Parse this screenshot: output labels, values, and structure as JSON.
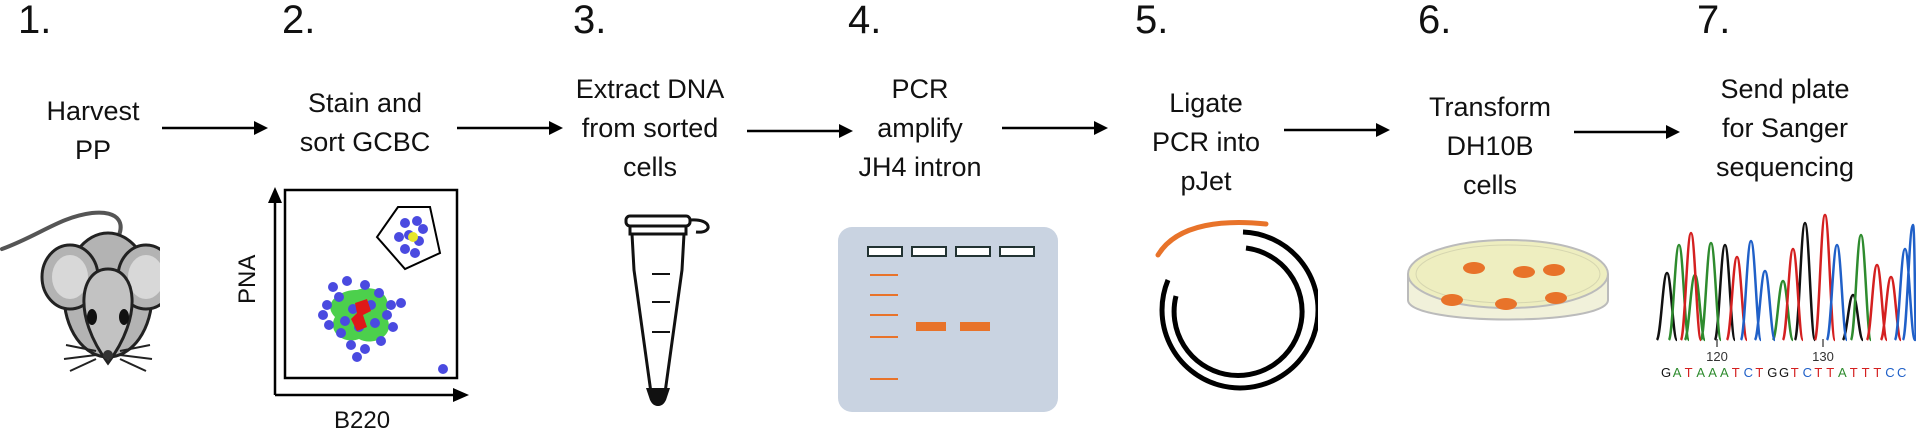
{
  "steps": [
    {
      "number": "1.",
      "lines": [
        "Harvest",
        "PP"
      ],
      "icon": "mouse-icon"
    },
    {
      "number": "2.",
      "lines": [
        "Stain and",
        "sort GCBC"
      ],
      "icon": "flow-cytometry-plot"
    },
    {
      "number": "3.",
      "lines": [
        "Extract DNA",
        "from sorted",
        "cells"
      ],
      "icon": "tube-icon"
    },
    {
      "number": "4.",
      "lines": [
        "PCR",
        "amplify",
        "JH4 intron"
      ],
      "icon": "gel-icon"
    },
    {
      "number": "5.",
      "lines": [
        "Ligate",
        "PCR into",
        "pJet"
      ],
      "icon": "plasmid-icon"
    },
    {
      "number": "6.",
      "lines": [
        "Transform",
        "DH10B",
        "cells"
      ],
      "icon": "petri-dish-icon"
    },
    {
      "number": "7.",
      "lines": [
        "Send plate",
        "for Sanger",
        "sequencing"
      ],
      "icon": "chromatogram-icon"
    }
  ],
  "plot": {
    "x_axis": "B220",
    "y_axis": "PNA"
  },
  "chromatogram": {
    "ticks": [
      "120",
      "130"
    ],
    "bases": [
      "G",
      "A",
      "T",
      "A",
      "A",
      "A",
      "T",
      "C",
      "T",
      "G",
      "G",
      "T",
      "C",
      "T",
      "T",
      "A",
      "T",
      "T",
      "T",
      "C",
      "C"
    ],
    "base_colors": {
      "A": "#2e8b2e",
      "T": "#d42020",
      "G": "#111111",
      "C": "#2060c8"
    }
  },
  "colors": {
    "arrow": "#000000",
    "gel_band": "#e8732a",
    "gel_bg": "#c9d3e1",
    "dish_fill": "#eeeec0",
    "plasmid_insert": "#e8732a"
  }
}
